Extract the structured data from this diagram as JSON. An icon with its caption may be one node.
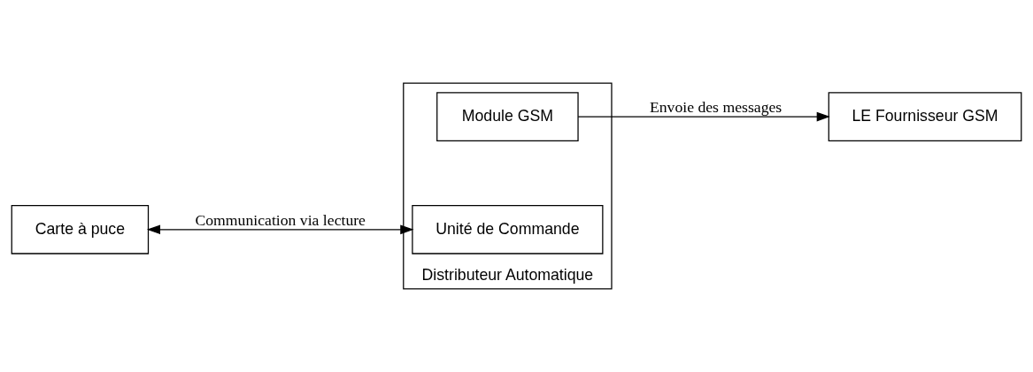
{
  "diagram": {
    "nodes": [
      {
        "text": [
          "Carte à puce"
        ]
      },
      {
        "text": [
          "Distributeur Automatique"
        ]
      },
      {
        "text": [
          "Module GSM"
        ],
        "in": 1
      },
      {
        "text": [
          "Unité de Commande"
        ],
        "in": 1
      },
      {
        "text": [
          "LE Fournisseur GSM"
        ]
      }
    ],
    "edges": [
      {
        "from": 2,
        "to": 4,
        "arrow": "to",
        "label": "Envoie des messages"
      },
      {
        "from": 0,
        "to": 3,
        "arrow": "both",
        "label": "Communication via lecture"
      }
    ]
  }
}
